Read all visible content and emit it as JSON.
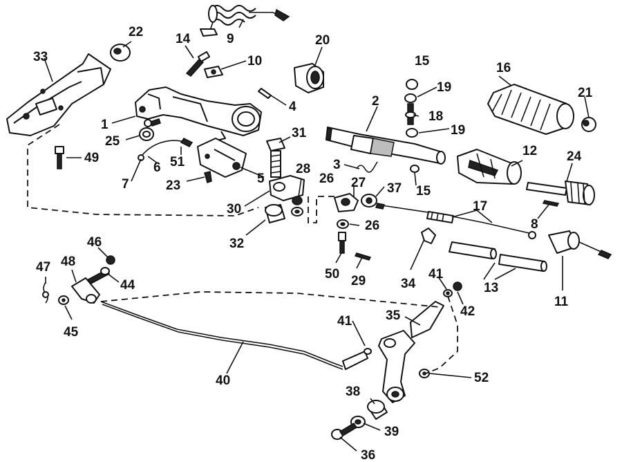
{
  "callouts": {
    "c1": "1",
    "c2": "2",
    "c3": "3",
    "c4": "4",
    "c5": "5",
    "c6": "6",
    "c7": "7",
    "c8": "8",
    "c9": "9",
    "c10": "10",
    "c11": "11",
    "c12": "12",
    "c13": "13",
    "c14": "14",
    "c15a": "15",
    "c15b": "15",
    "c16": "16",
    "c17": "17",
    "c18": "18",
    "c19a": "19",
    "c19b": "19",
    "c20": "20",
    "c21": "21",
    "c22": "22",
    "c23": "23",
    "c24": "24",
    "c25": "25",
    "c26a": "26",
    "c26b": "26",
    "c27": "27",
    "c28": "28",
    "c29": "29",
    "c30": "30",
    "c31": "31",
    "c32": "32",
    "c33": "33",
    "c34": "34",
    "c35": "35",
    "c36": "36",
    "c37": "37",
    "c38": "38",
    "c39": "39",
    "c40": "40",
    "c41a": "41",
    "c41b": "41",
    "c42": "42",
    "c44": "44",
    "c45": "45",
    "c46": "46",
    "c47": "47",
    "c48": "48",
    "c49": "49",
    "c50": "50",
    "c51": "51",
    "c52": "52"
  },
  "colors": {
    "ink": "#111111",
    "paper": "#ffffff",
    "shade": "#bdbdbd"
  }
}
